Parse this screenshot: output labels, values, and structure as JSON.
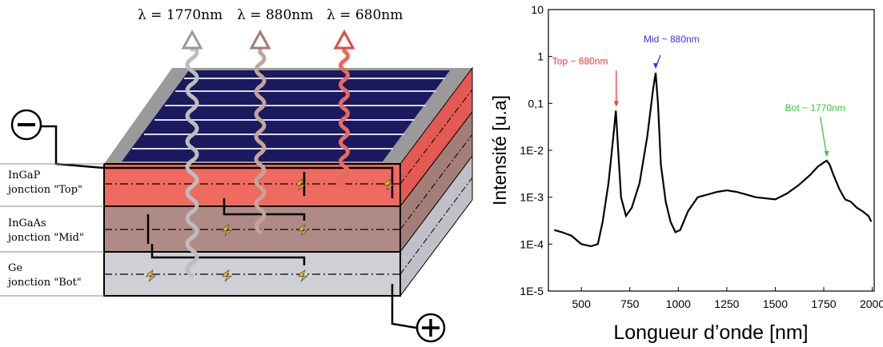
{
  "diagram": {
    "wavelength_labels": [
      "λ = 1770nm",
      "λ = 880nm",
      "λ = 680nm"
    ],
    "wave_colors": [
      "#c9c9c9",
      "#c4a49c",
      "#e8695f"
    ],
    "terminals": {
      "negative": "⊖",
      "positive": "⊕"
    },
    "layers": [
      {
        "material": "InGaP",
        "junction": "jonction \"Top\"",
        "color": "#ef6a5f"
      },
      {
        "material": "InGaAs",
        "junction": "jonction \"Mid\"",
        "color": "#b08b86"
      },
      {
        "material": "Ge",
        "junction": "jonction \"Bot\"",
        "color": "#cfcfd6"
      }
    ],
    "panel_color": "#1b1a5e"
  },
  "chart_data": {
    "type": "line",
    "xlabel": "Longueur d’onde [nm]",
    "ylabel": "Intensité [u.a]",
    "xlim": [
      330,
      2010
    ],
    "ylim": [
      1e-05,
      10
    ],
    "y_scale": "log",
    "x_ticks": [
      "500",
      "750",
      "1000",
      "1250",
      "1500",
      "1750",
      "2000"
    ],
    "y_ticks": [
      "10",
      "1",
      "0,1",
      "1E-2",
      "1E-3",
      "1E-4",
      "1E-5"
    ],
    "series": [
      {
        "color": "#000000",
        "x": [
          360,
          400,
          450,
          500,
          550,
          585,
          610,
          640,
          665,
          678,
          690,
          705,
          730,
          760,
          800,
          840,
          870,
          883,
          895,
          910,
          935,
          960,
          985,
          1010,
          1050,
          1100,
          1200,
          1250,
          1300,
          1400,
          1500,
          1560,
          1620,
          1680,
          1720,
          1750,
          1765,
          1780,
          1800,
          1830,
          1860,
          1890,
          1920,
          1950,
          1980,
          1995
        ],
        "y": [
          0.0002,
          0.00018,
          0.00015,
          0.0001,
          9e-05,
          0.0001,
          0.0003,
          0.002,
          0.02,
          0.07,
          0.01,
          0.001,
          0.0004,
          0.0006,
          0.002,
          0.02,
          0.2,
          0.45,
          0.1,
          0.005,
          0.0008,
          0.0003,
          0.00018,
          0.0002,
          0.0005,
          0.001,
          0.0013,
          0.0014,
          0.0013,
          0.001,
          0.0009,
          0.0012,
          0.0018,
          0.003,
          0.0045,
          0.0055,
          0.006,
          0.005,
          0.003,
          0.0015,
          0.0009,
          0.0008,
          0.0006,
          0.0005,
          0.0004,
          0.0003
        ]
      }
    ],
    "annotations": [
      {
        "text": "Top ~ 680nm",
        "x": 680,
        "y": 0.07,
        "color": "#ff3333"
      },
      {
        "text": "Mid ~ 880nm",
        "x": 883,
        "y": 0.45,
        "color": "#3333ff"
      },
      {
        "text": "Bot ~ 1770nm",
        "x": 1765,
        "y": 0.006,
        "color": "#33cc33"
      }
    ]
  }
}
